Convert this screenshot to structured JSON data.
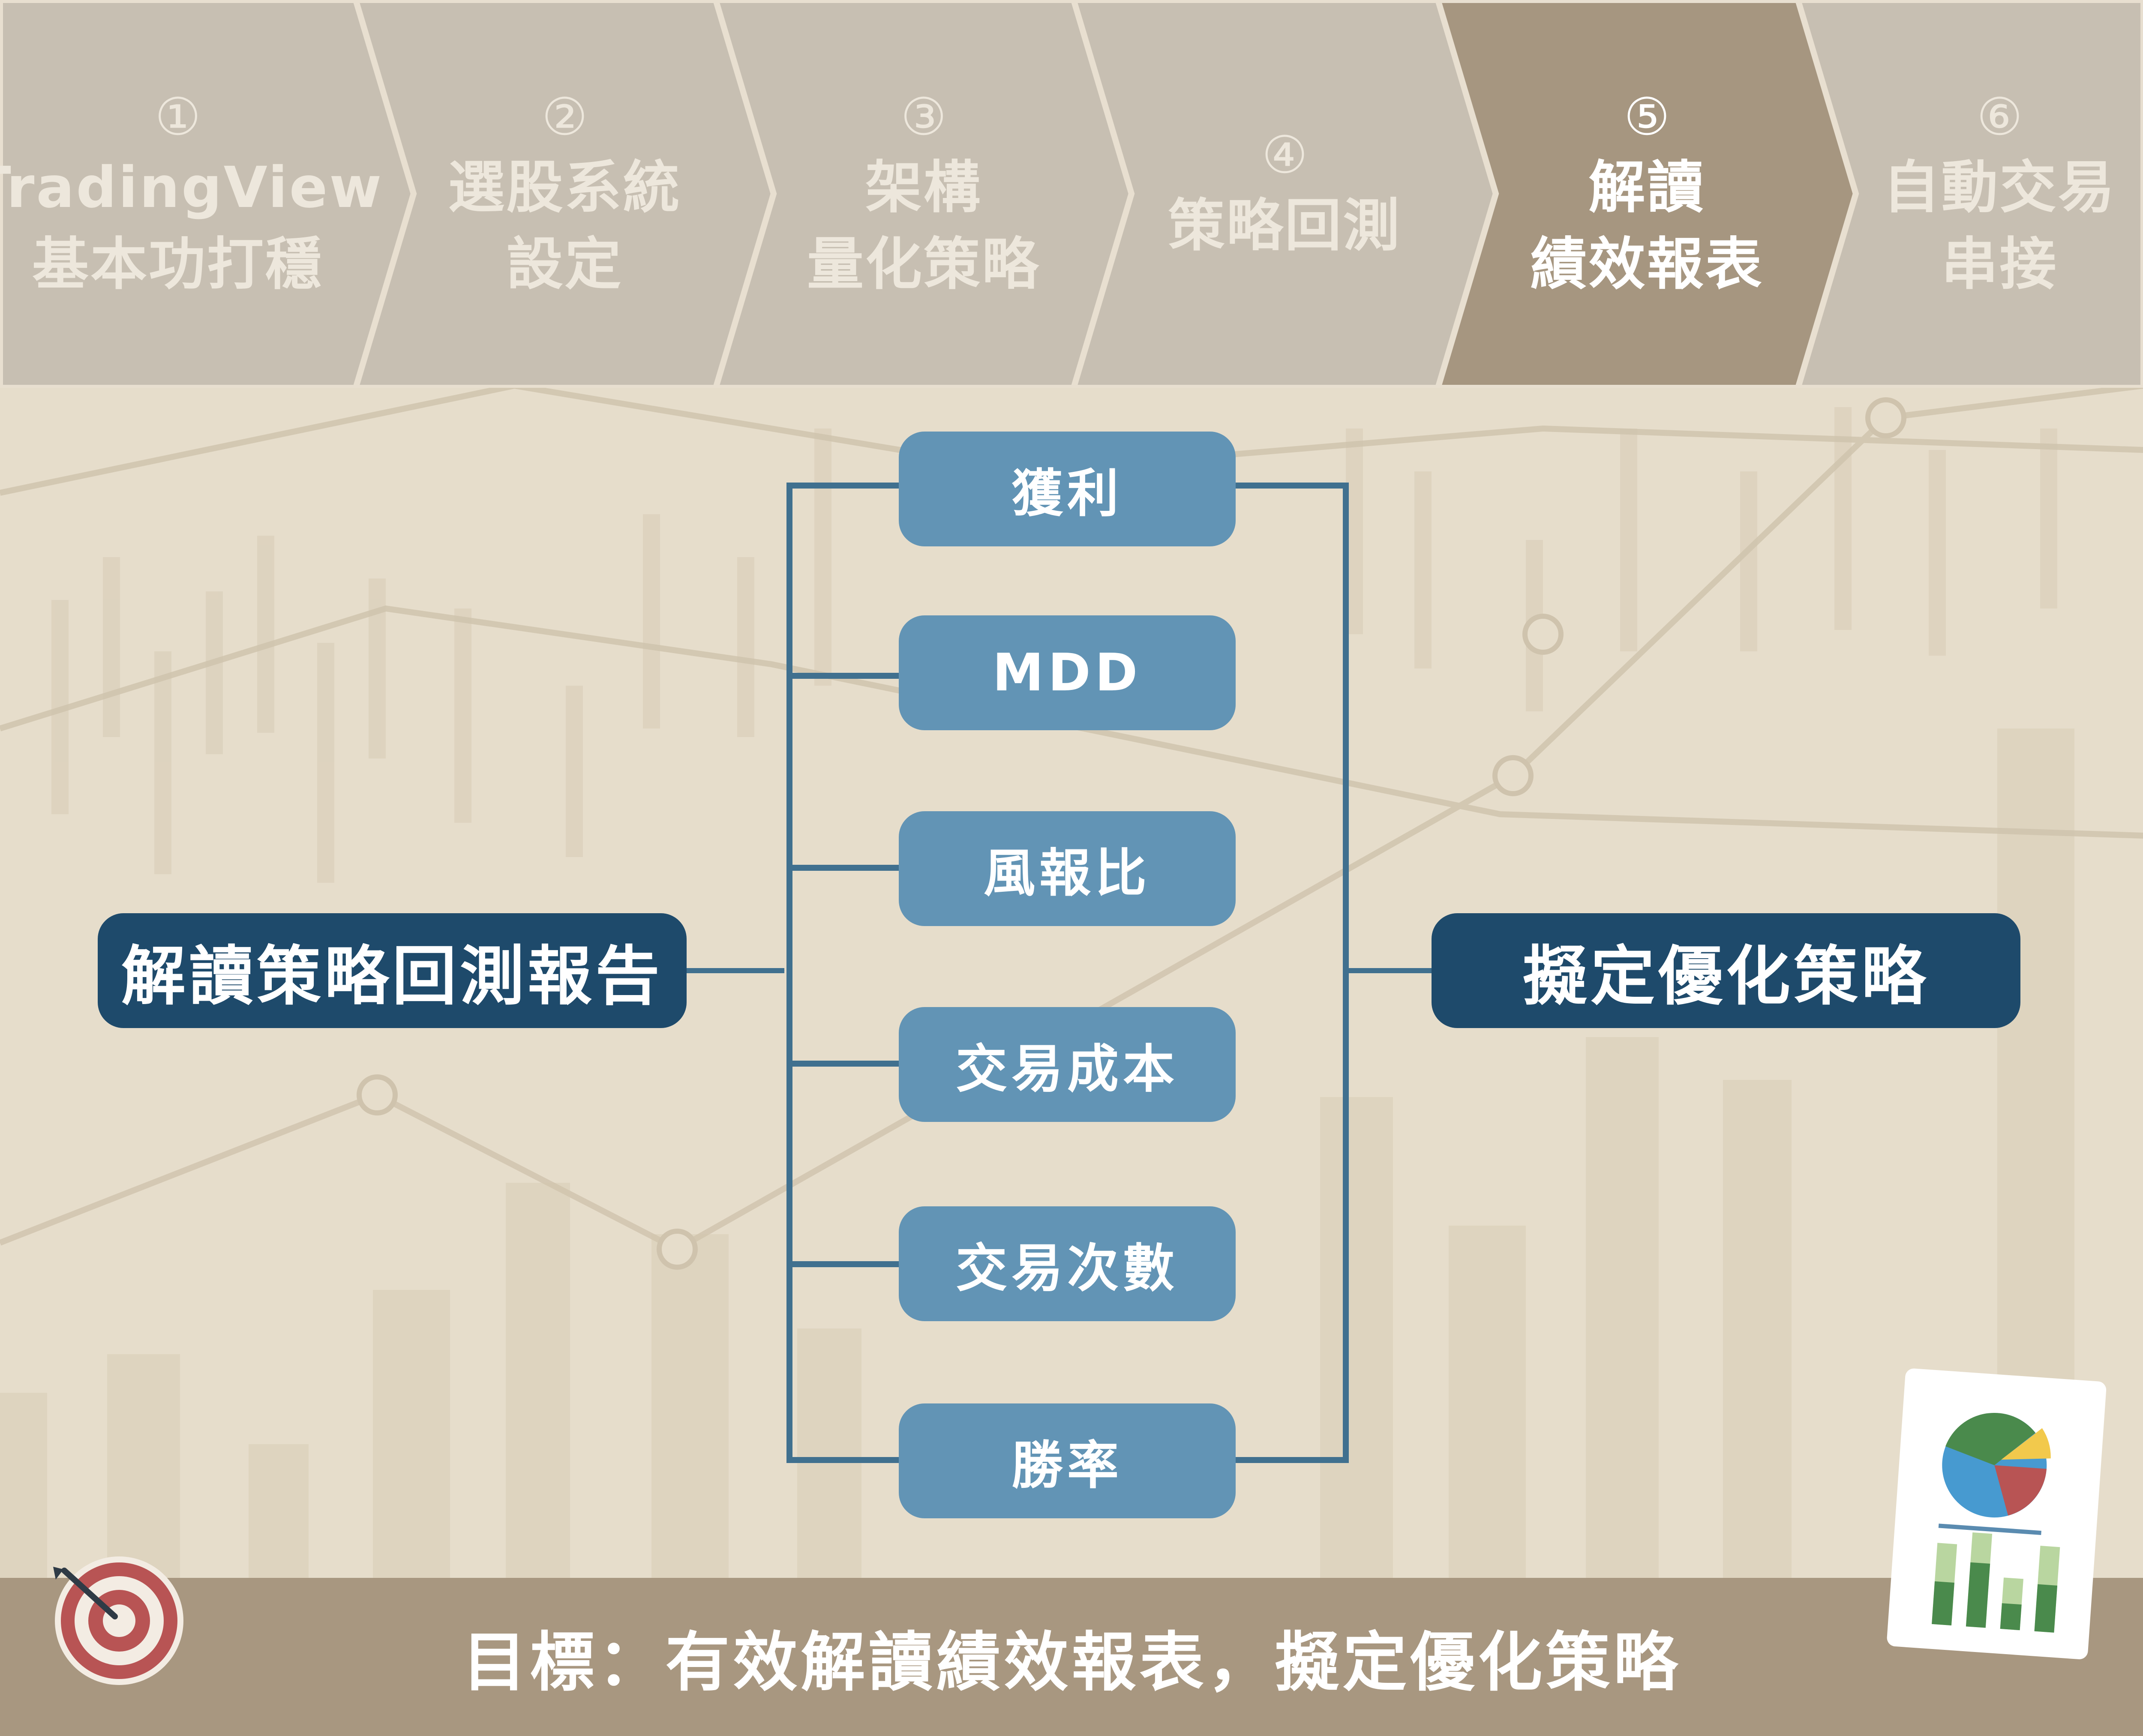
{
  "steps": [
    {
      "num": "①",
      "text": "TradingView\n基本功打穩"
    },
    {
      "num": "②",
      "text": "選股系統\n設定"
    },
    {
      "num": "③",
      "text": "架構\n量化策略"
    },
    {
      "num": "④",
      "text": "策略回測"
    },
    {
      "num": "⑤",
      "text": "解讀\n績效報表"
    },
    {
      "num": "⑥",
      "text": "自動交易\n串接"
    }
  ],
  "active_step": 5,
  "diagram": {
    "source": "解讀策略回測報告",
    "metrics": [
      "獲利",
      "MDD",
      "風報比",
      "交易成本",
      "交易次數",
      "勝率"
    ],
    "target": "擬定優化策略"
  },
  "goal": "目標：有效解讀績效報表，擬定優化策略",
  "icons": [
    "target-dartboard-icon",
    "report-chart-icon"
  ],
  "colors": {
    "background": "#e6ddcb",
    "step_inactive": "#c7bfb2",
    "step_active": "#a69680",
    "metric_box": "#6294b5",
    "primary_box": "#1e4a6b",
    "connector": "#40708f",
    "goal_bar": "#a89780"
  }
}
